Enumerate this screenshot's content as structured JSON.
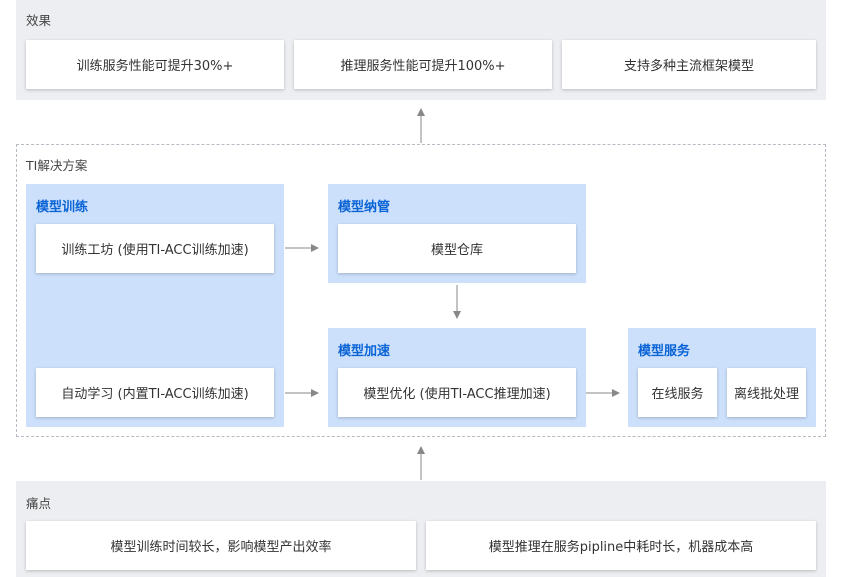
{
  "effect": {
    "label": "效果",
    "cards": [
      "训练服务性能可提升30%+",
      "推理服务性能可提升100%+",
      "支持多种主流框架模型"
    ]
  },
  "solution": {
    "label": "TI解决方案",
    "training": {
      "title": "模型训练",
      "workshop": "训练工坊 (使用TI-ACC训练加速)",
      "automl": "自动学习 (内置TI-ACC训练加速)"
    },
    "management": {
      "title": "模型纳管",
      "repository": "模型仓库"
    },
    "acceleration": {
      "title": "模型加速",
      "optimization": "模型优化 (使用TI-ACC推理加速)"
    },
    "serving": {
      "title": "模型服务",
      "online": "在线服务",
      "offline": "离线批处理"
    }
  },
  "pain": {
    "label": "痛点",
    "cards": [
      "模型训练时间较长，影响模型产出效率",
      "模型推理在服务pipline中耗时长，机器成本高"
    ]
  },
  "colors": {
    "band": "#eceef1",
    "group": "#cce0fb",
    "group_title": "#0a64d6",
    "arrow": "#888888"
  }
}
